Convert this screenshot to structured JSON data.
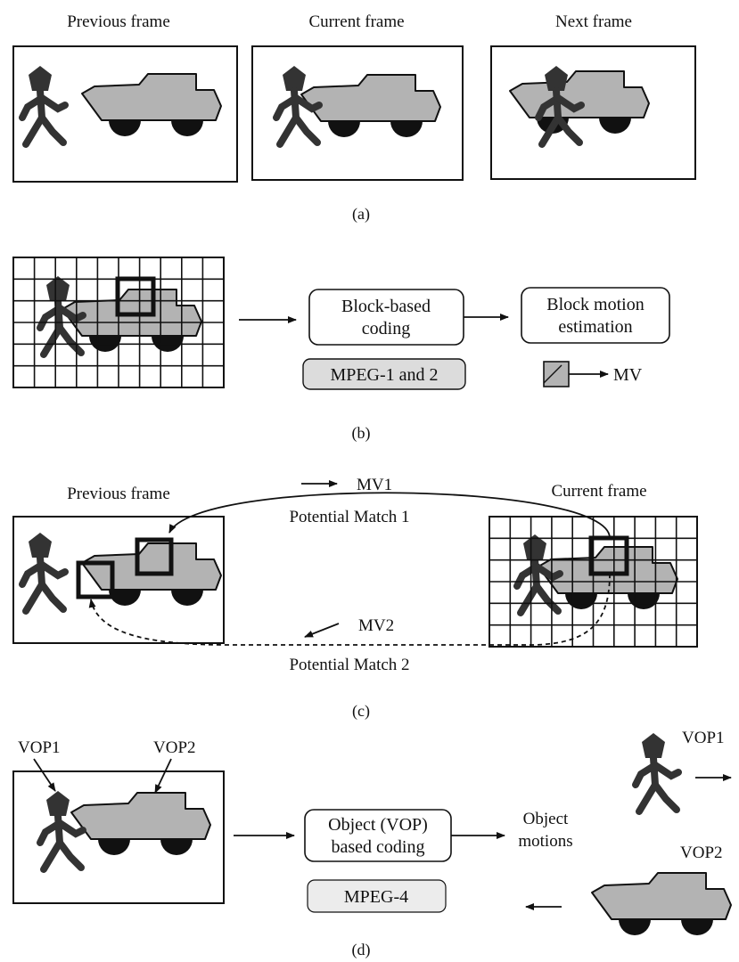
{
  "panel_a": {
    "titles": [
      "Previous frame",
      "Current frame",
      "Next frame"
    ],
    "caption": "(a)"
  },
  "panel_b": {
    "box1": [
      "Block-based",
      "coding"
    ],
    "box2": [
      "Block motion",
      "estimation"
    ],
    "standard": "MPEG-1 and 2",
    "mv_label": "MV",
    "caption": "(b)"
  },
  "panel_c": {
    "left_title": "Previous frame",
    "right_title": "Current frame",
    "mv1": "MV1",
    "match1": "Potential Match 1",
    "mv2": "MV2",
    "match2": "Potential Match 2",
    "caption": "(c)"
  },
  "panel_d": {
    "vop1_label": "VOP1",
    "vop2_label": "VOP2",
    "box": [
      "Object (VOP)",
      "based coding"
    ],
    "motions": [
      "Object",
      "motions"
    ],
    "standard": "MPEG-4",
    "right_vop1": "VOP1",
    "right_vop2": "VOP2",
    "caption": "(d)"
  }
}
